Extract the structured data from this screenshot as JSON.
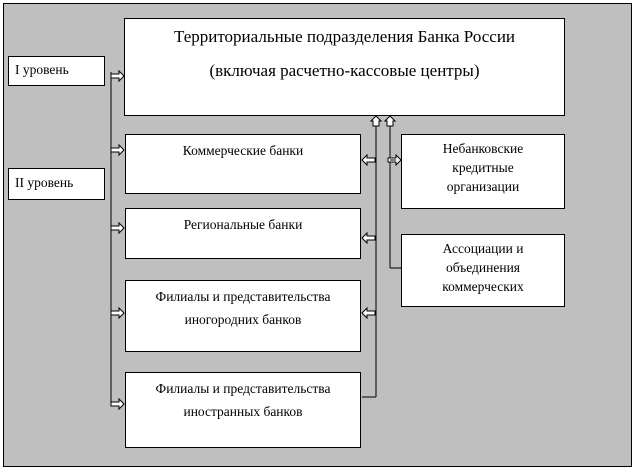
{
  "main": {
    "line1": "Территориальные подразделения Банка России",
    "line2": "(включая расчетно-кассовые центры)"
  },
  "levels": {
    "level1": "I уровень",
    "level2": "II уровень"
  },
  "banks": [
    [
      "Коммерческие банки"
    ],
    [
      "Региональные банки"
    ],
    [
      "Филиалы и представительства",
      "иногородних банков"
    ],
    [
      "Филиалы и представительства",
      "иностранных банков"
    ]
  ],
  "side_boxes": [
    [
      "Небанковские",
      "кредитные",
      "организации"
    ],
    [
      "Ассоциации и",
      "объединения",
      "коммерческих"
    ]
  ],
  "colors": {
    "background": "#bfbfbf",
    "box": "#ffffff",
    "line": "#000000"
  }
}
